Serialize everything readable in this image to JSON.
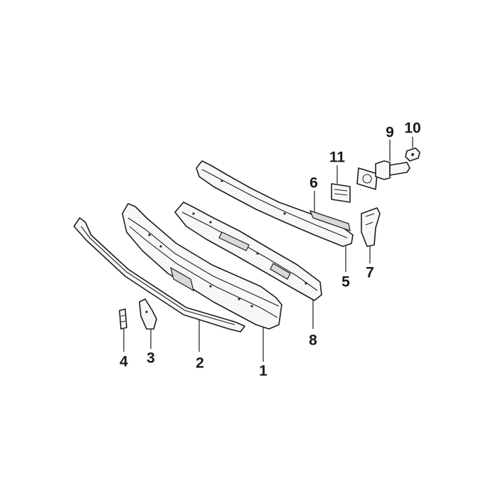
{
  "callouts": {
    "c1": "1",
    "c2": "2",
    "c3": "3",
    "c4": "4",
    "c5": "5",
    "c6": "6",
    "c7": "7",
    "c8": "8",
    "c9": "9",
    "c10": "10",
    "c11": "11"
  },
  "colors": {
    "line": "#1e1e1e",
    "fill": "#f7f7f7",
    "shade": "#d9d9d9",
    "background": "#ffffff"
  }
}
